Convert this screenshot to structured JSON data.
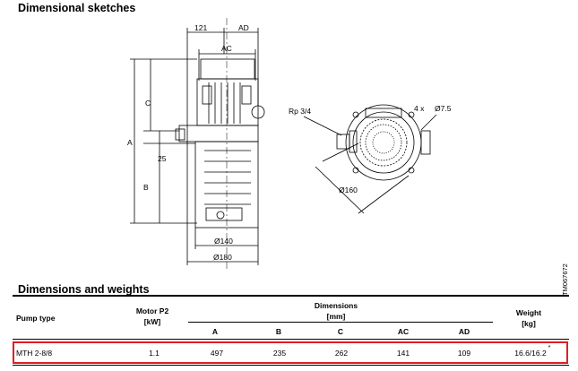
{
  "title": "Dimensional sketches",
  "section_title": "Dimensions and weights",
  "drawing_id": "TM067672",
  "sketch_labels": {
    "dim_121": "121",
    "dim_ad": "AD",
    "dim_ac": "AC",
    "dim_c": "C",
    "dim_a": "A",
    "dim_25": "25",
    "dim_b": "B",
    "dim_d140": "Ø140",
    "dim_d180": "Ø180",
    "rp": "Rp 3/4",
    "holes_prefix": "4 x",
    "holes_dia": "Ø7.5",
    "dim_d160": "Ø160"
  },
  "table": {
    "col_pump_type": "Pump type",
    "col_motor_p2": "Motor P2",
    "col_motor_unit": "[kW]",
    "col_dimensions": "Dimensions",
    "col_dimensions_unit": "[mm]",
    "col_weight": "Weight",
    "col_weight_unit": "[kg]",
    "sub_a": "A",
    "sub_b": "B",
    "sub_c": "C",
    "sub_ac": "AC",
    "sub_ad": "AD",
    "row": {
      "pump_type": "MTH 2-8/8",
      "motor_p2": "1.1",
      "a": "497",
      "b": "235",
      "c": "262",
      "ac": "141",
      "ad": "109",
      "weight": "16.6/16.2",
      "weight_note": "*"
    }
  },
  "colors": {
    "highlight": "#e21d22"
  }
}
